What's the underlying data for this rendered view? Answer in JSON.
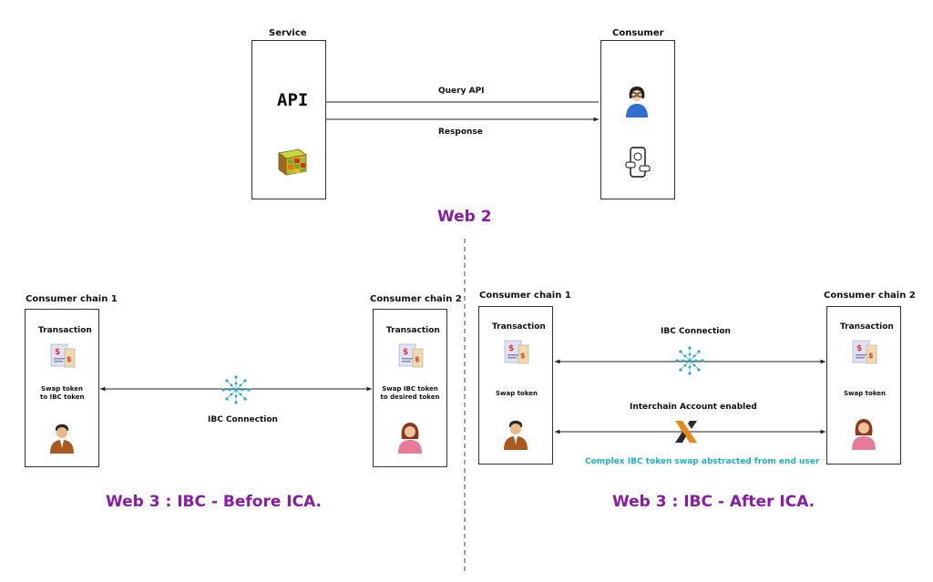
{
  "web2": {
    "service_label": "Service",
    "consumer_label": "Consumer",
    "api_text": "API",
    "query_label": "Query API",
    "response_label": "Response",
    "title": "Web 2"
  },
  "before": {
    "chain1_label": "Consumer chain 1",
    "chain2_label": "Consumer chain 2",
    "tx1_label": "Transaction",
    "tx2_label": "Transaction",
    "swap1_text": "Swap token\nto IBC token",
    "swap2_text": "Swap IBC token\nto desired token",
    "ibc_label": "IBC Connection",
    "title": "Web 3 : IBC - Before ICA."
  },
  "after": {
    "chain1_label": "Consumer chain 1",
    "chain2_label": "Consumer chain 2",
    "tx1_label": "Transaction",
    "tx2_label": "Transaction",
    "swap1_text": "Swap token",
    "swap2_text": "Swap token",
    "ibc_label": "IBC Connection",
    "ica_label": "Interchain Account enabled",
    "abstract_label": "Complex IBC token swap abstracted from end user",
    "title": "Web 3 : IBC - After ICA."
  },
  "colors": {
    "title": "#8a1aa8",
    "highlight": "#19b3c4",
    "ibc_icon": "#29a9c9",
    "ica_icon": "#e88a1a"
  },
  "icons": [
    "database-cube-icon",
    "user-avatar-icon",
    "phone-chat-icon",
    "invoice-icon",
    "man-user-icon",
    "woman-user-icon",
    "ibc-network-icon",
    "interchain-account-icon"
  ]
}
